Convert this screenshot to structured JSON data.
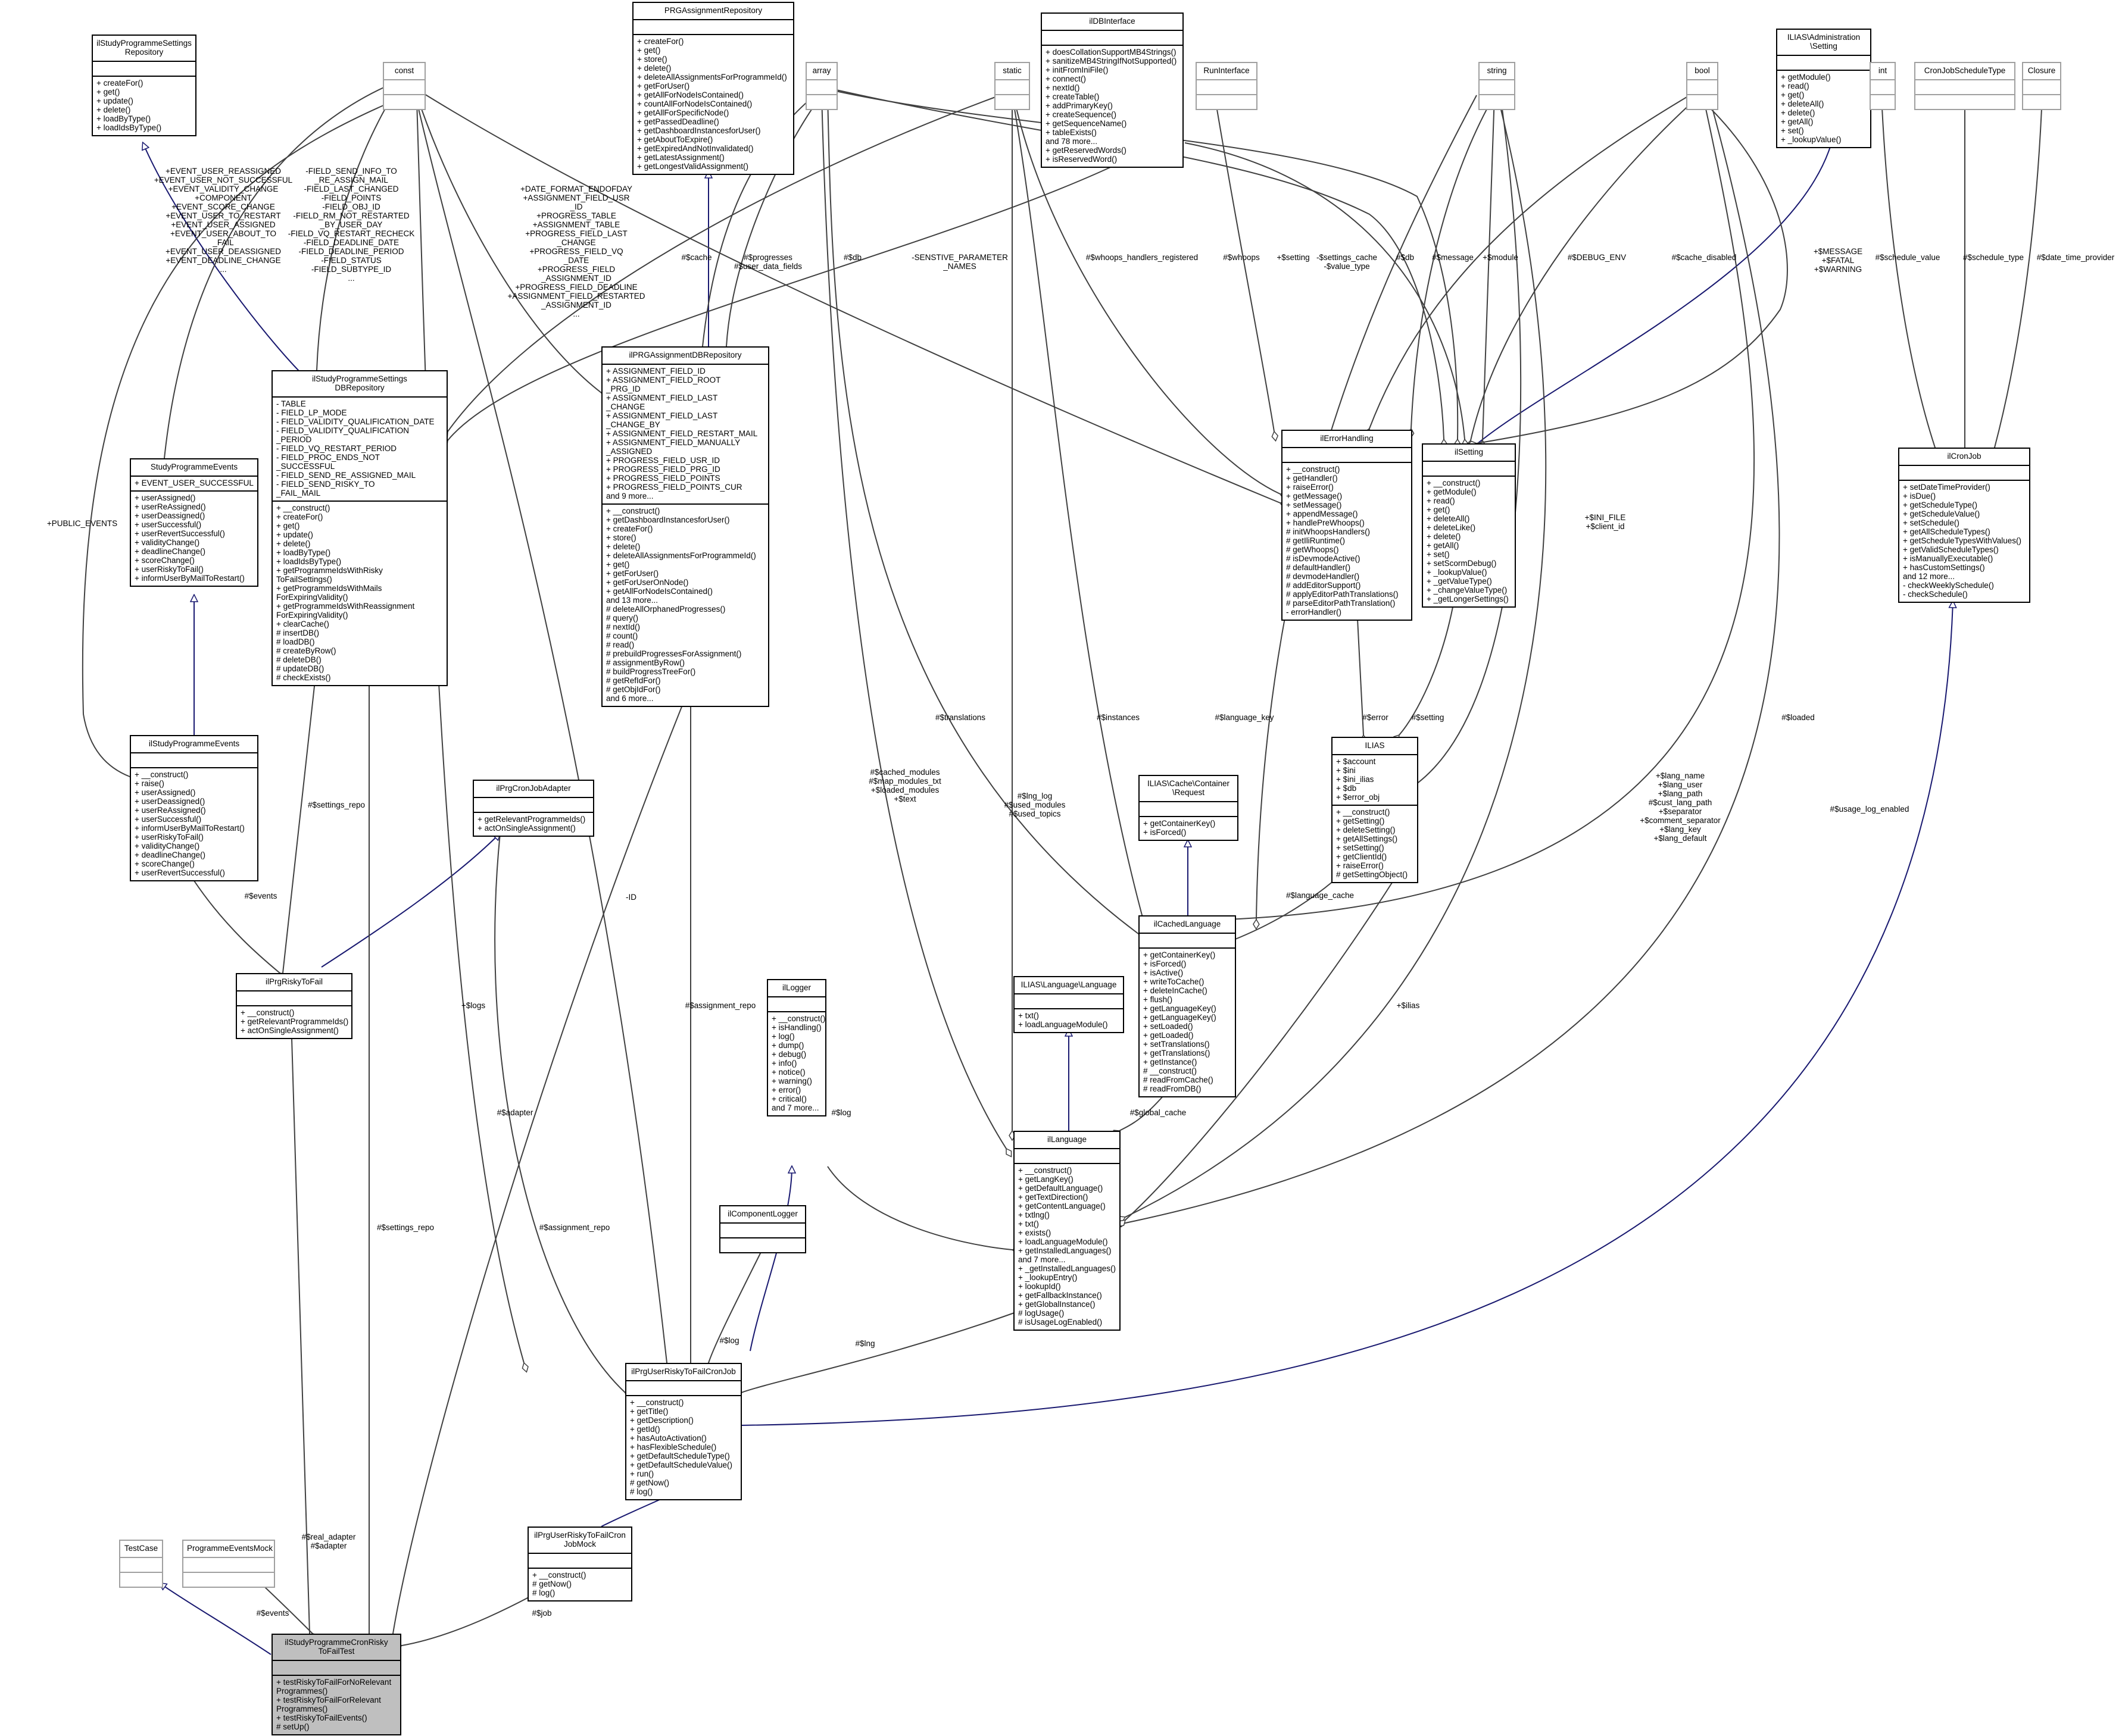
{
  "classes": {
    "settingsRepo": {
      "title": "ilStudyProgrammeSettings\nRepository",
      "attrs": [],
      "methods": [
        "+ createFor()",
        "+ get()",
        "+ update()",
        "+ delete()",
        "+ loadByType()",
        "+ loadIdsByType()"
      ]
    },
    "const": {
      "title": "const",
      "attrs": [],
      "methods": []
    },
    "prgRepo": {
      "title": "PRGAssignmentRepository",
      "attrs": [],
      "methods": [
        "+ createFor()",
        "+ get()",
        "+ store()",
        "+ delete()",
        "+ deleteAllAssignmentsForProgrammeId()",
        "+ getForUser()",
        "+ getAllForNodeIsContained()",
        "+ countAllForNodeIsContained()",
        "+ getAllForSpecificNode()",
        "+ getPassedDeadline()",
        "+ getDashboardInstancesforUser()",
        "+ getAboutToExpire()",
        "+ getExpiredAndNotInvalidated()",
        "+ getLatestAssignment()",
        "+ getLongestValidAssignment()"
      ]
    },
    "array": {
      "title": "array",
      "attrs": [],
      "methods": []
    },
    "static": {
      "title": "static",
      "attrs": [],
      "methods": []
    },
    "dbInterface": {
      "title": "ilDBInterface",
      "attrs": [],
      "methods": [
        "+ doesCollationSupportMB4Strings()",
        "+ sanitizeMB4StringIfNotSupported()",
        "+ initFromIniFile()",
        "+ connect()",
        "+ nextId()",
        "+ createTable()",
        "+ addPrimaryKey()",
        "+ createSequence()",
        "+ getSequenceName()",
        "+ tableExists()",
        "and 78 more...",
        "+ getReservedWords()",
        "+ isReservedWord()"
      ]
    },
    "runInterface": {
      "title": "RunInterface",
      "attrs": [],
      "methods": []
    },
    "string": {
      "title": "string",
      "attrs": [],
      "methods": []
    },
    "bool": {
      "title": "bool",
      "attrs": [],
      "methods": []
    },
    "adminSetting": {
      "title": "ILIAS\\Administration\n\\Setting",
      "attrs": [],
      "methods": [
        "+ getModule()",
        "+ read()",
        "+ get()",
        "+ deleteAll()",
        "+ delete()",
        "+ getAll()",
        "+ set()",
        "+ _lookupValue()"
      ]
    },
    "int": {
      "title": "int",
      "attrs": [],
      "methods": []
    },
    "cronScheduleType": {
      "title": "CronJobScheduleType",
      "attrs": [],
      "methods": []
    },
    "closure": {
      "title": "Closure",
      "attrs": [],
      "methods": []
    },
    "settingsDbRepo": {
      "title": "ilStudyProgrammeSettings\nDBRepository",
      "attrs": [
        "- TABLE",
        "- FIELD_LP_MODE",
        "- FIELD_VALIDITY_QUALIFICATION_DATE",
        "- FIELD_VALIDITY_QUALIFICATION",
        "_PERIOD",
        "- FIELD_VQ_RESTART_PERIOD",
        "- FIELD_PROC_ENDS_NOT",
        "_SUCCESSFUL",
        "- FIELD_SEND_RE_ASSIGNED_MAIL",
        "- FIELD_SEND_RISKY_TO",
        "_FAIL_MAIL"
      ],
      "methods": [
        "+ __construct()",
        "+ createFor()",
        "+ get()",
        "+ update()",
        "+ delete()",
        "+ loadByType()",
        "+ loadIdsByType()",
        "+ getProgrammeIdsWithRisky",
        "ToFailSettings()",
        "+ getProgrammeIdsWithMails",
        "ForExpiringValidity()",
        "+ getProgrammeIdsWithReassignment",
        "ForExpiringValidity()",
        "+ clearCache()",
        "# insertDB()",
        "# loadDB()",
        "# createByRow()",
        "# deleteDB()",
        "# updateDB()",
        "# checkExists()"
      ]
    },
    "prgDbRepo": {
      "title": "ilPRGAssignmentDBRepository",
      "attrs": [
        "+ ASSIGNMENT_FIELD_ID",
        "+ ASSIGNMENT_FIELD_ROOT",
        "_PRG_ID",
        "+ ASSIGNMENT_FIELD_LAST",
        "_CHANGE",
        "+ ASSIGNMENT_FIELD_LAST",
        "_CHANGE_BY",
        "+ ASSIGNMENT_FIELD_RESTART_MAIL",
        "+ ASSIGNMENT_FIELD_MANUALLY",
        "_ASSIGNED",
        "+ PROGRESS_FIELD_USR_ID",
        "+ PROGRESS_FIELD_PRG_ID",
        "+ PROGRESS_FIELD_POINTS",
        "+ PROGRESS_FIELD_POINTS_CUR",
        "and 9 more..."
      ],
      "methods": [
        "+ __construct()",
        "+ getDashboardInstancesforUser()",
        "+ createFor()",
        "+ store()",
        "+ delete()",
        "+ deleteAllAssignmentsForProgrammeId()",
        "+ get()",
        "+ getForUser()",
        "+ getForUserOnNode()",
        "+ getAllForNodeIsContained()",
        "and 13 more...",
        "# deleteAllOrphanedProgresses()",
        "# query()",
        "# nextId()",
        "# count()",
        "# read()",
        "# prebuildProgressesForAssignment()",
        "# assignmentByRow()",
        "# buildProgressTreeFor()",
        "# getRefIdFor()",
        "# getObjIdFor()",
        "and 6 more..."
      ]
    },
    "spEvents": {
      "title": "StudyProgrammeEvents",
      "attrs": [
        "+ EVENT_USER_SUCCESSFUL"
      ],
      "methods": [
        "+ userAssigned()",
        "+ userReAssigned()",
        "+ userDeassigned()",
        "+ userSuccessful()",
        "+ userRevertSuccessful()",
        "+ validityChange()",
        "+ deadlineChange()",
        "+ scoreChange()",
        "+ userRiskyToFail()",
        "+ informUserByMailToRestart()"
      ]
    },
    "errorHandling": {
      "title": "ilErrorHandling",
      "attrs": [],
      "methods": [
        "+ __construct()",
        "+ getHandler()",
        "+ raiseError()",
        "+ getMessage()",
        "+ setMessage()",
        "+ appendMessage()",
        "+ handlePreWhoops()",
        "# initWhoopsHandlers()",
        "# getIliRuntime()",
        "# getWhoops()",
        "# isDevmodeActive()",
        "# defaultHandler()",
        "# devmodeHandler()",
        "# addEditorSupport()",
        "# applyEditorPathTranslations()",
        "# parseEditorPathTranslation()",
        "- errorHandler()"
      ]
    },
    "ilSetting": {
      "title": "ilSetting",
      "attrs": [],
      "methods": [
        "+ __construct()",
        "+ getModule()",
        "+ read()",
        "+ get()",
        "+ deleteAll()",
        "+ deleteLike()",
        "+ delete()",
        "+ getAll()",
        "+ set()",
        "+ setScormDebug()",
        "+ _lookupValue()",
        "+ _getValueType()",
        "+ _changeValueType()",
        "+ _getLongerSettings()"
      ]
    },
    "cronJob": {
      "title": "ilCronJob",
      "attrs": [],
      "methods": [
        "+ setDateTimeProvider()",
        "+ isDue()",
        "+ getScheduleType()",
        "+ getScheduleValue()",
        "+ setSchedule()",
        "+ getAllScheduleTypes()",
        "+ getScheduleTypesWithValues()",
        "+ getValidScheduleTypes()",
        "+ isManuallyExecutable()",
        "+ hasCustomSettings()",
        "and 12 more...",
        "- checkWeeklySchedule()",
        "- checkSchedule()"
      ]
    },
    "ilSpEvents": {
      "title": "ilStudyProgrammeEvents",
      "attrs": [],
      "methods": [
        "+ __construct()",
        "+ raise()",
        "+ userAssigned()",
        "+ userDeassigned()",
        "+ userReAssigned()",
        "+ userSuccessful()",
        "+ informUserByMailToRestart()",
        "+ userRiskyToFail()",
        "+ validityChange()",
        "+ deadlineChange()",
        "+ scoreChange()",
        "+ userRevertSuccessful()"
      ]
    },
    "ilias": {
      "title": "ILIAS",
      "attrs": [
        "+ $account",
        "+ $ini",
        "+ $ini_ilias",
        "+ $db",
        "+ $error_obj"
      ],
      "methods": [
        "+ __construct()",
        "+ getSetting()",
        "+ deleteSetting()",
        "+ getAllSettings()",
        "+ setSetting()",
        "+ getClientId()",
        "+ raiseError()",
        "# getSettingObject()"
      ]
    },
    "cacheRequest": {
      "title": "ILIAS\\Cache\\Container\n\\Request",
      "attrs": [],
      "methods": [
        "+ getContainerKey()",
        "+ isForced()"
      ]
    },
    "cronAdapter": {
      "title": "ilPrgCronJobAdapter",
      "attrs": [],
      "methods": [
        "+ getRelevantProgrammeIds()",
        "+ actOnSingleAssignment()"
      ]
    },
    "cachedLang": {
      "title": "ilCachedLanguage",
      "attrs": [],
      "methods": [
        "+ getContainerKey()",
        "+ isForced()",
        "+ isActive()",
        "+ writeToCache()",
        "+ deleteInCache()",
        "+ flush()",
        "+ getLanguageKey()",
        "+ getLanguageKey()",
        "+ setLoaded()",
        "+ getLoaded()",
        "+ setTranslations()",
        "+ getTranslations()",
        "+ getInstance()",
        "# __construct()",
        "# readFromCache()",
        "# readFromDB()"
      ]
    },
    "riskyToFail": {
      "title": "ilPrgRiskyToFail",
      "attrs": [],
      "methods": [
        "+ __construct()",
        "+ getRelevantProgrammeIds()",
        "+ actOnSingleAssignment()"
      ]
    },
    "logger": {
      "title": "ilLogger",
      "attrs": [],
      "methods": [
        "+ __construct()",
        "+ isHandling()",
        "+ log()",
        "+ dump()",
        "+ debug()",
        "+ info()",
        "+ notice()",
        "+ warning()",
        "+ error()",
        "+ critical()",
        "and 7 more..."
      ]
    },
    "languageIface": {
      "title": "ILIAS\\Language\\Language",
      "attrs": [],
      "methods": [
        "+ txt()",
        "+ loadLanguageModule()"
      ]
    },
    "ilLanguage": {
      "title": "ilLanguage",
      "attrs": [],
      "methods": [
        "+ __construct()",
        "+ getLangKey()",
        "+ getDefaultLanguage()",
        "+ getTextDirection()",
        "+ getContentLanguage()",
        "+ txtlng()",
        "+ txt()",
        "+ exists()",
        "+ loadLanguageModule()",
        "+ getInstalledLanguages()",
        "and 7 more...",
        "+ _getInstalledLanguages()",
        "+ _lookupEntry()",
        "+ lookupId()",
        "+ getFallbackInstance()",
        "+ getGlobalInstance()",
        "# logUsage()",
        "# isUsageLogEnabled()"
      ]
    },
    "componentLogger": {
      "title": "ilComponentLogger",
      "attrs": [],
      "methods": []
    },
    "cronJobReal": {
      "title": "ilPrgUserRiskyToFailCronJob",
      "attrs": [],
      "methods": [
        "+ __construct()",
        "+ getTitle()",
        "+ getDescription()",
        "+ getId()",
        "+ hasAutoActivation()",
        "+ hasFlexibleSchedule()",
        "+ getDefaultScheduleType()",
        "+ getDefaultScheduleValue()",
        "+ run()",
        "# getNow()",
        "# log()"
      ]
    },
    "cronJobMock": {
      "title": "ilPrgUserRiskyToFailCron\nJobMock",
      "attrs": [],
      "methods": [
        "+ __construct()",
        "# getNow()",
        "# log()"
      ]
    },
    "testCase": {
      "title": "TestCase",
      "attrs": [],
      "methods": []
    },
    "eventsMock": {
      "title": "ProgrammeEventsMock",
      "attrs": [],
      "methods": []
    },
    "testClass": {
      "title": "ilStudyProgrammeCronRisky\nToFailTest",
      "attrs": [],
      "methods": [
        "+ testRiskyToFailForNoRelevant",
        "Programmes()",
        "+ testRiskyToFailForRelevant",
        "Programmes()",
        "+ testRiskyToFailEvents()",
        "# setUp()"
      ]
    }
  },
  "edge_labels": {
    "eventConsts": "+EVENT_USER_REASSIGNED\n+EVENT_USER_NOT_SUCCESSFUL\n+EVENT_VALIDITY_CHANGE\n+COMPONENT\n+EVENT_SCORE_CHANGE\n+EVENT_USER_TO_RESTART\n+EVENT_USER_ASSIGNED\n+EVENT_USER_ABOUT_TO\n_FAIL\n+EVENT_USER_DEASSIGNED\n+EVENT_DEADLINE_CHANGE\n...",
    "fieldConsts": "-FIELD_SEND_INFO_TO\n_RE_ASSIGN_MAIL\n-FIELD_LAST_CHANGED\n-FIELD_POINTS\n-FIELD_OBJ_ID\n-FIELD_RM_NOT_RESTARTED\n_BY_USER_DAY\n-FIELD_VQ_RESTART_RECHECK\n-FIELD_DEADLINE_DATE\n-FIELD_DEADLINE_PERIOD\n-FIELD_STATUS\n-FIELD_SUBTYPE_ID\n...",
    "prgConsts": "+DATE_FORMAT_ENDOFDAY\n+ASSIGNMENT_FIELD_USR\n_ID\n+PROGRESS_TABLE\n+ASSIGNMENT_TABLE\n+PROGRESS_FIELD_LAST\n_CHANGE\n+PROGRESS_FIELD_VQ\n_DATE\n+PROGRESS_FIELD\n_ASSIGNMENT_ID\n+PROGRESS_FIELD_DEADLINE\n+ASSIGNMENT_FIELD_RESTARTED\n_ASSIGNMENT_ID\n...",
    "cache": "#$cache",
    "progresses": "#$progresses\n#$user_data_fields",
    "db1": "#$db",
    "sensitive": "-SENSTIVE_PARAMETER\n_NAMES",
    "whoopsReg": "#$whoops_handlers_registered",
    "whoops": "#$whoops",
    "setting": "+$setting",
    "settingsCache": "-$settings_cache\n-$value_type",
    "db2": "#$db",
    "message": "#$message",
    "module": "+$module",
    "debugEnv": "#$DEBUG_ENV",
    "cacheDisabled": "#$cache_disabled",
    "errLevels": "+$MESSAGE\n+$FATAL\n+$WARNING",
    "scheduleValue": "#$schedule_value",
    "scheduleType": "#$schedule_type",
    "dateTimeProvider": "#$date_time_provider",
    "publicEvents": "+PUBLIC_EVENTS",
    "iniFile": "+$INI_FILE\n+$client_id",
    "translations": "#$translations",
    "instances": "#$instances",
    "languageKey": "#$language_key",
    "loaded": "#$loaded",
    "error": "#$error",
    "settingEdge": "#$setting",
    "settingsRepo1": "#$settings_repo",
    "events": "#$events",
    "cachedModules": "#$cached_modules\n#$map_modules_txt\n+$loaded_modules\n+$text",
    "lngLog": "#$lng_log\n#$used_modules\n#$used_topics",
    "langNames": "+$lang_name\n+$lang_user\n+$lang_path\n#$cust_lang_path\n+$separator\n+$comment_separator\n+$lang_key\n+$lang_default",
    "usageLog": "#$usage_log_enabled",
    "languageCache": "#$language_cache",
    "idEdge": "-ID",
    "assignmentRepo1": "#$assignment_repo",
    "logs": "+$logs",
    "iliasEdge": "+$ilias",
    "adapter": "#$adapter",
    "log1": "#$log",
    "globalCache": "#$global_cache",
    "settingsRepo2": "#$settings_repo",
    "assignmentRepo2": "#$assignment_repo",
    "log2": "#$log",
    "lng": "#$lng",
    "realAdapter": "#$real_adapter\n#$adapter",
    "eventsEdge": "#$events",
    "job": "#$job"
  }
}
